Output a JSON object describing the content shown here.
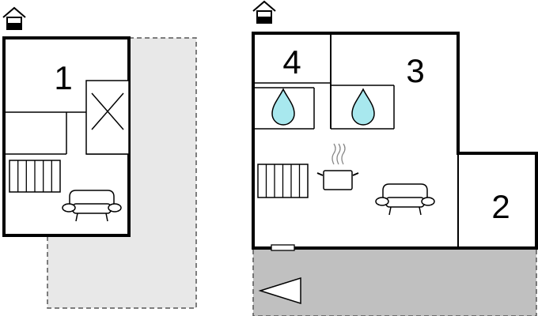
{
  "floorplans": [
    {
      "label": "left-floor",
      "icons": [
        "house-icon",
        "stairs-icon",
        "sofa-icon",
        "void-cross-icon"
      ],
      "rooms": [
        {
          "number": "1"
        }
      ]
    },
    {
      "label": "right-floor",
      "icons": [
        "house-icon",
        "stairs-icon",
        "sofa-icon",
        "cooking-pot-icon",
        "water-drop-icon",
        "entrance-arrow-icon"
      ],
      "rooms": [
        {
          "number": "4"
        },
        {
          "number": "3"
        },
        {
          "number": "2"
        }
      ]
    }
  ],
  "colors": {
    "wall": "#000000",
    "terrace_light": "#e8e8e8",
    "terrace_dark": "#c0c0c0",
    "water": "#a8e8ee"
  }
}
